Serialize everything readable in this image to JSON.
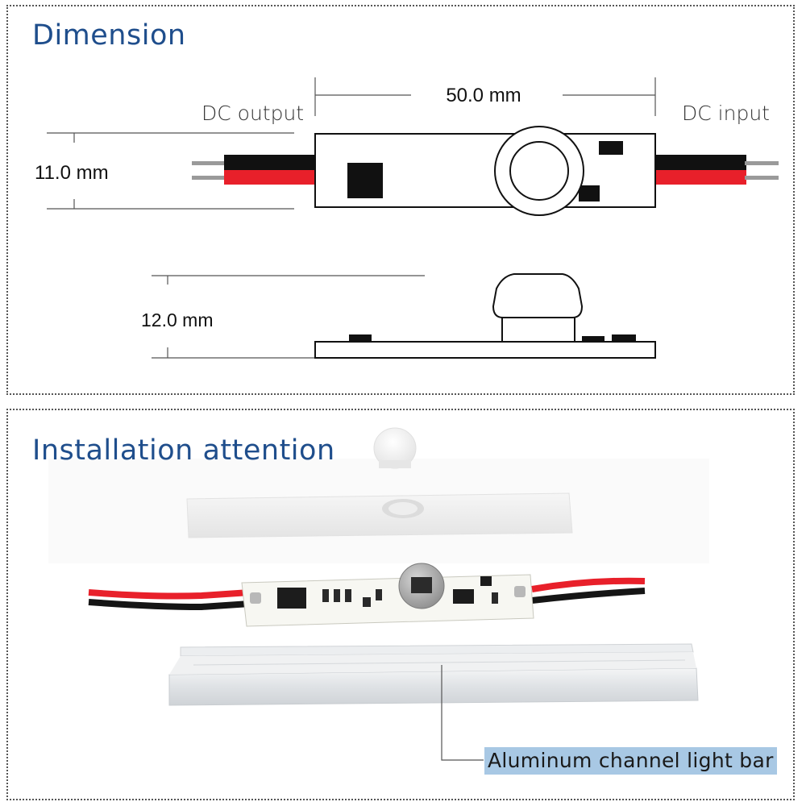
{
  "dimension": {
    "title": "Dimension",
    "length_label": "50.0 mm",
    "width_label": "11.0 mm",
    "height_label": "12.0 mm",
    "output_label": "DC output",
    "input_label": "DC input"
  },
  "installation": {
    "title": "Installation attention",
    "callout_label": "Aluminum channel light bar"
  },
  "colors": {
    "title_blue": "#1f4e8c",
    "wire_red": "#e8202a",
    "wire_black": "#111111",
    "callout_highlight": "#a8c8e4"
  }
}
